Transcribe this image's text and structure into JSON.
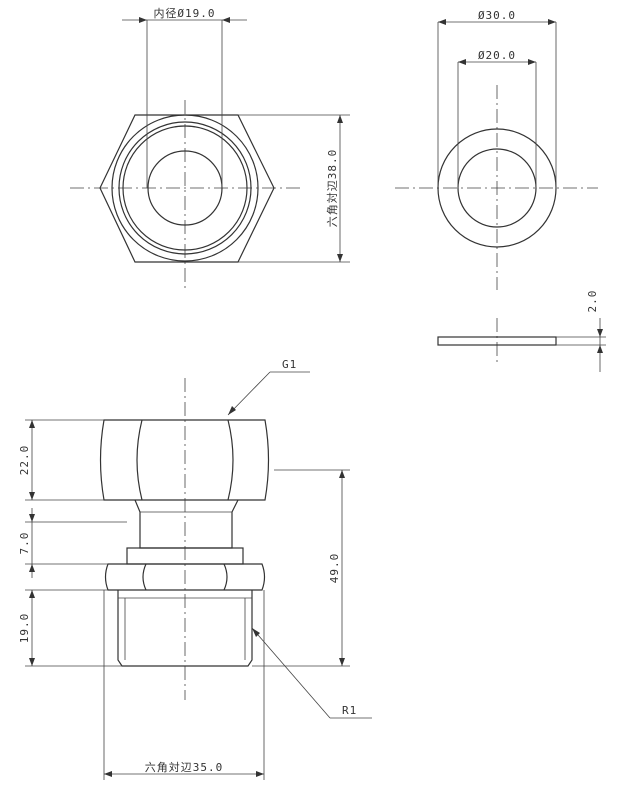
{
  "top_view": {
    "inner_diameter": "内径Ø19.0",
    "hex_across_flats": "六角対辺38.0"
  },
  "washer_view": {
    "outer_diameter": "Ø30.0",
    "inner_diameter": "Ø20.0",
    "thickness": "2.0"
  },
  "side_view": {
    "thread_top": "G1",
    "thread_bottom": "R1",
    "nut_height": "22.0",
    "neck_height": "7.0",
    "thread_height": "19.0",
    "overall_height": "49.0",
    "hex_across_flats": "六角対辺35.0"
  }
}
